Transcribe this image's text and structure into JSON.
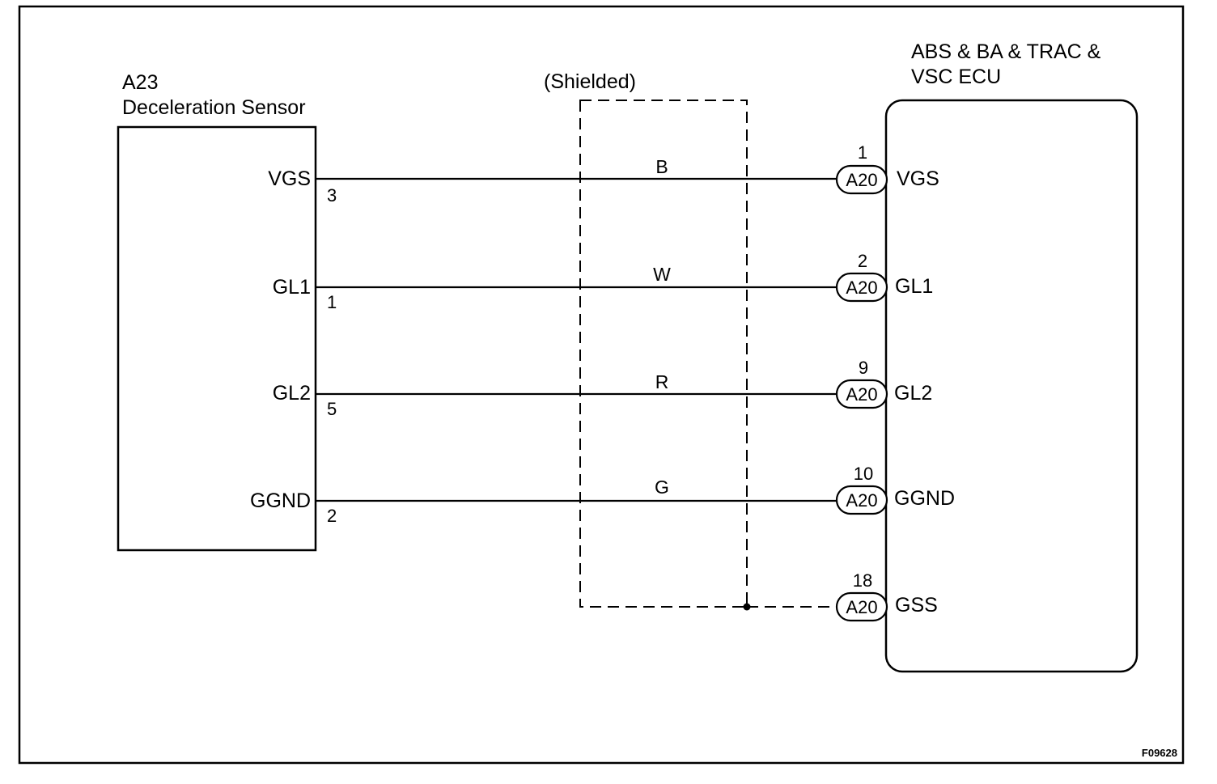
{
  "sensor": {
    "code": "A23",
    "name": "Deceleration Sensor",
    "terminals": [
      {
        "signal": "VGS",
        "pin": "3"
      },
      {
        "signal": "GL1",
        "pin": "1"
      },
      {
        "signal": "GL2",
        "pin": "5"
      },
      {
        "signal": "GGND",
        "pin": "2"
      }
    ]
  },
  "shield": {
    "label": "(Shielded)"
  },
  "wires": [
    {
      "color": "B"
    },
    {
      "color": "W"
    },
    {
      "color": "R"
    },
    {
      "color": "G"
    }
  ],
  "ecu": {
    "title_line1": "ABS & BA & TRAC &",
    "title_line2": "VSC ECU",
    "terminals": [
      {
        "pin": "1",
        "connector": "A20",
        "signal": "VGS"
      },
      {
        "pin": "2",
        "connector": "A20",
        "signal": "GL1"
      },
      {
        "pin": "9",
        "connector": "A20",
        "signal": "GL2"
      },
      {
        "pin": "10",
        "connector": "A20",
        "signal": "GGND"
      },
      {
        "pin": "18",
        "connector": "A20",
        "signal": "GSS"
      }
    ]
  },
  "figure_id": "F09628"
}
